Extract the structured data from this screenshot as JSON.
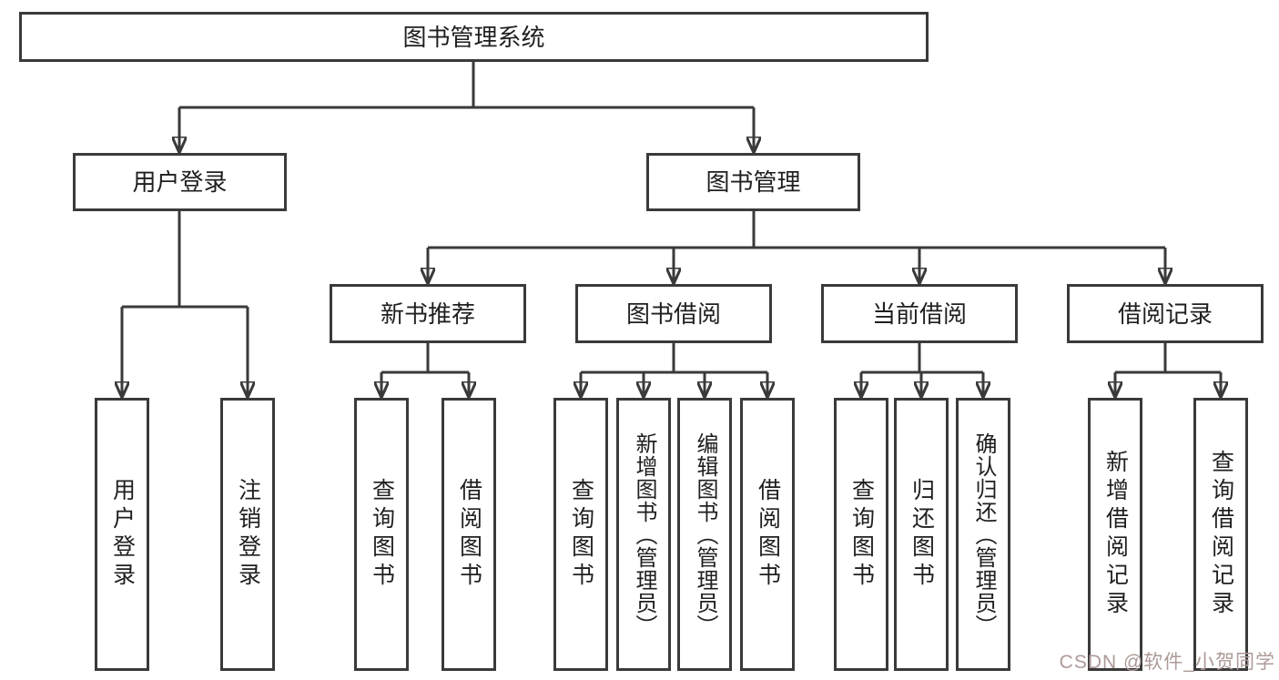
{
  "diagram": {
    "root": {
      "label": "图书管理系统"
    },
    "branches": [
      {
        "label": "用户登录",
        "children": [
          {
            "label": "用户登录"
          },
          {
            "label": "注销登录"
          }
        ]
      },
      {
        "label": "图书管理",
        "children": [
          {
            "label": "新书推荐",
            "children": [
              {
                "label": "查询图书"
              },
              {
                "label": "借阅图书"
              }
            ]
          },
          {
            "label": "图书借阅",
            "children": [
              {
                "label": "查询图书"
              },
              {
                "label": "新增图书（管理员）"
              },
              {
                "label": "编辑图书（管理员）"
              },
              {
                "label": "借阅图书"
              }
            ]
          },
          {
            "label": "当前借阅",
            "children": [
              {
                "label": "查询图书"
              },
              {
                "label": "归还图书"
              },
              {
                "label": "确认归还（管理员）"
              }
            ]
          },
          {
            "label": "借阅记录",
            "children": [
              {
                "label": "新增借阅记录"
              },
              {
                "label": "查询借阅记录"
              }
            ]
          }
        ]
      }
    ]
  },
  "watermark": {
    "text": "CSDN @软件_小贺同学"
  },
  "colors": {
    "line": "#3a3a3a",
    "text": "#1f1f1f",
    "background": "#ffffff",
    "watermark": "#ad9a97"
  }
}
